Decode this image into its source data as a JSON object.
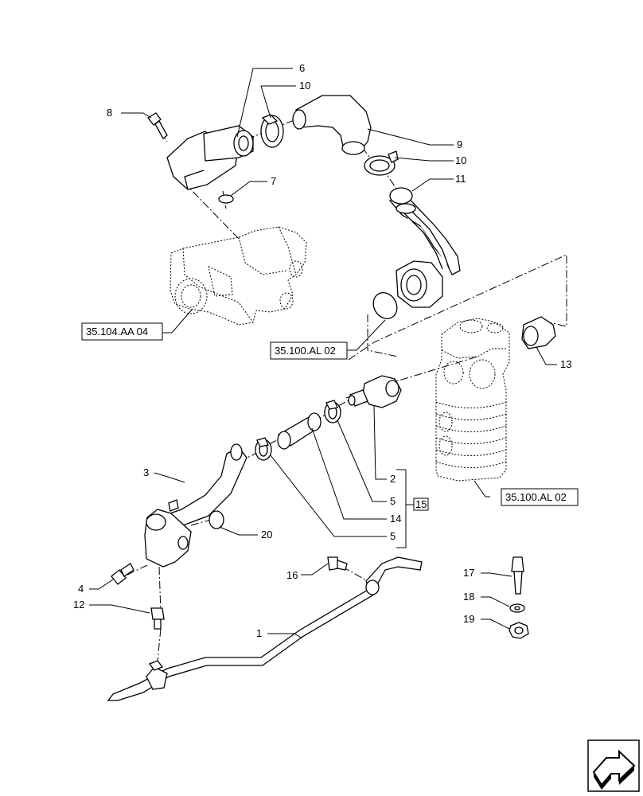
{
  "callouts": {
    "c1": "1",
    "c2": "2",
    "c3": "3",
    "c4": "4",
    "c5a": "5",
    "c5b": "5",
    "c6": "6",
    "c7": "7",
    "c8": "8",
    "c9": "9",
    "c10a": "10",
    "c10b": "10",
    "c11": "11",
    "c12": "12",
    "c13": "13",
    "c14": "14",
    "c15": "15",
    "c16": "16",
    "c17": "17",
    "c18": "18",
    "c19": "19",
    "c20": "20"
  },
  "references": {
    "pump": "35.104.AA 04",
    "valve_upper": "35.100.AL 02",
    "valve_lower": "35.100.AL 02"
  },
  "nav": {
    "icon": "arrow-icon"
  }
}
